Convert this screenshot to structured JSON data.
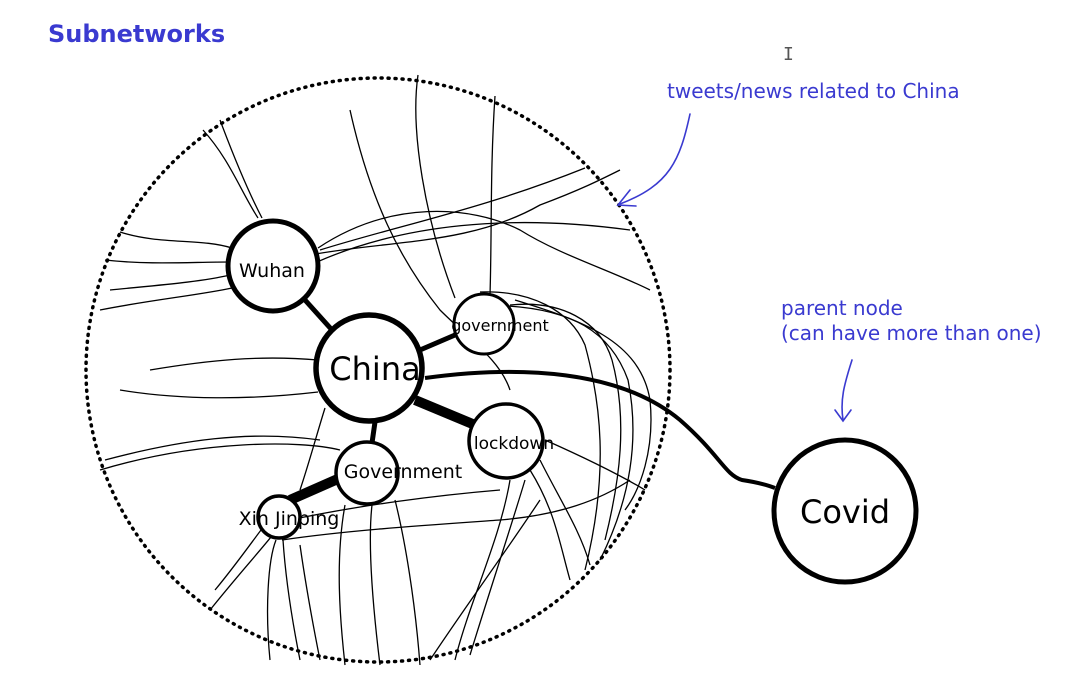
{
  "title": "Subnetworks",
  "annotations": {
    "tweets_label": "tweets/news related to China",
    "parent_line1": "parent node",
    "parent_line2": "(can have more than one)"
  },
  "nodes": {
    "wuhan": "Wuhan",
    "china": "China",
    "government_small": "government",
    "lockdown": "lockdown",
    "government_cap": "Government",
    "xi": "Xin Jinping",
    "covid": "Covid"
  },
  "colors": {
    "annotation": "#3a3ad0",
    "ink": "#000000"
  }
}
